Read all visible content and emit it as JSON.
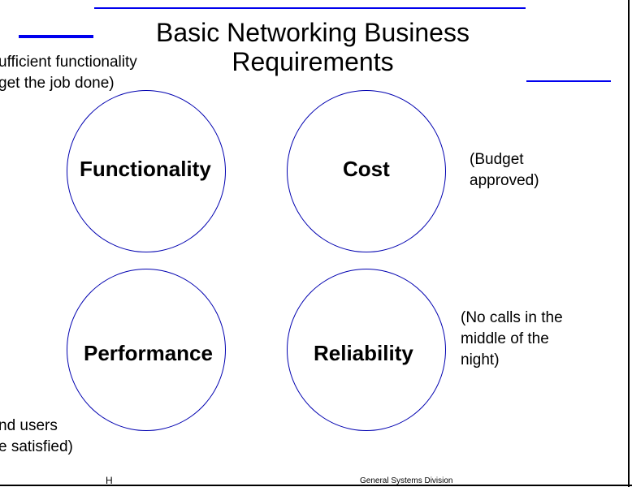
{
  "title": {
    "line1": "Basic Networking Business",
    "line2": "Requirements"
  },
  "circles": {
    "functionality": "Functionality",
    "cost": "Cost",
    "performance": "Performance",
    "reliability": "Reliability"
  },
  "notes": {
    "functionality": [
      "ufficient functionality",
      "get the job done)"
    ],
    "cost": [
      "(Budget",
      "approved)"
    ],
    "reliability": [
      "(No calls in the",
      "middle of the",
      "night)"
    ],
    "performance": [
      "nd users",
      "e satisfied)"
    ]
  },
  "footer": {
    "mark": "H",
    "division": "General Systems Division"
  },
  "colors": {
    "accent_line": "#0000ee",
    "circle_stroke": "#0000b0"
  }
}
